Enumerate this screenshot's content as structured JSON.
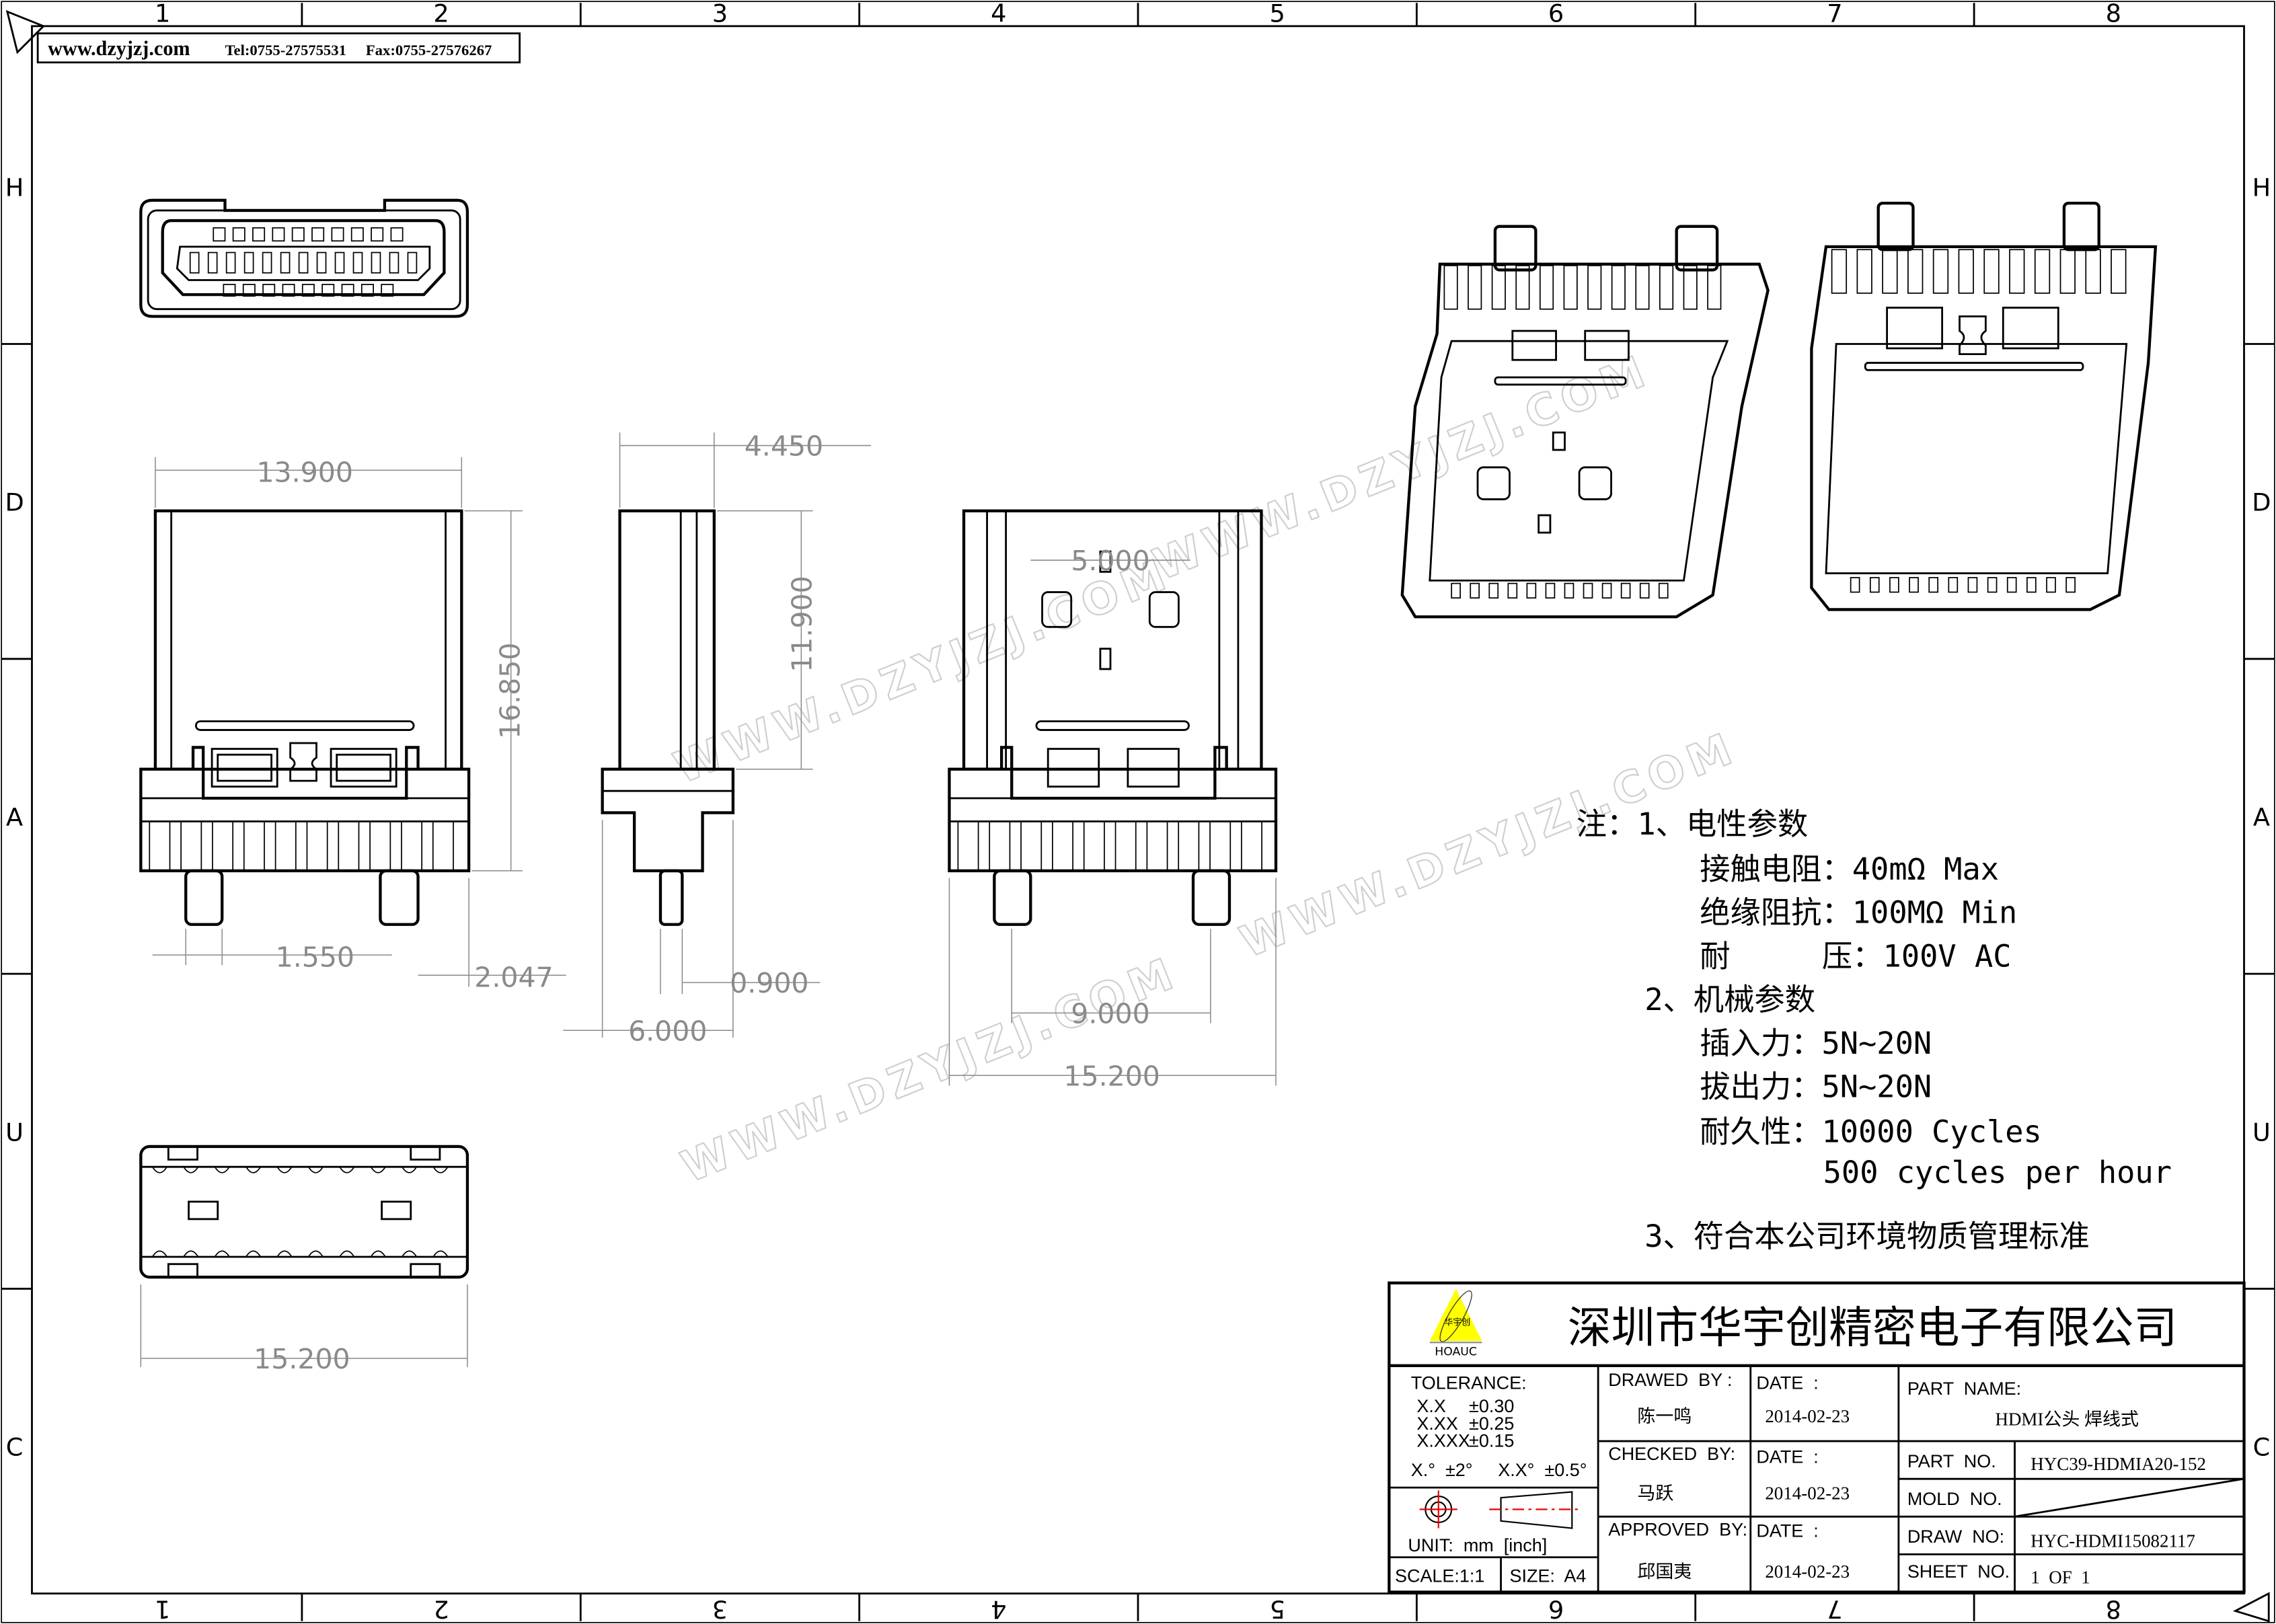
{
  "header": {
    "website": "www.dzyjzj.com",
    "tel": "Tel:0755-27575531",
    "fax": "Fax:0755-27576267"
  },
  "frame": {
    "top_columns": [
      "1",
      "2",
      "3",
      "4",
      "5",
      "6",
      "7",
      "8"
    ],
    "bottom_columns": [
      "8",
      "7",
      "6",
      "5",
      "4",
      "3",
      "2",
      "1"
    ],
    "rows": [
      "H",
      "D",
      "A",
      "U",
      "C"
    ]
  },
  "watermark": "WWW.DZYJZJ.COM",
  "dimensions": {
    "front_width": "13.900",
    "side_depth": "4.450",
    "front_height": "16.850",
    "side_height": "11.900",
    "back_window": "5.000",
    "pin_width": "1.550",
    "pin_offset": "2.047",
    "side_pin": "0.900",
    "side_base": "6.000",
    "pin_pitch": "9.000",
    "back_width": "15.200",
    "bottom_width": "15.200"
  },
  "notes": {
    "heading": "注：1、电性参数",
    "contact_resistance": "接触电阻：40mΩ  Max",
    "insulation_resistance": "绝缘阻抗：100MΩ  Min",
    "withstand_voltage": "耐     压：100V AC",
    "mechanical_heading": "2、机械参数",
    "insertion_force": "插入力：5N~20N",
    "withdrawal_force": "拔出力：5N~20N",
    "durability": "耐久性：10000 Cycles",
    "durability_rate": "500 cycles per hour",
    "compliance": "3、符合本公司环境物质管理标准"
  },
  "title_block": {
    "logo_cn": "华宇创",
    "logo_en": "HOAUC",
    "logo_color": "#ffff00",
    "company": "深圳市华宇创精密电子有限公司",
    "tolerance_label": "TOLERANCE:",
    "tol_xx": "X.X",
    "tol_xx_val": "±0.30",
    "tol_xxx": "X.XX",
    "tol_xxx_val": "±0.25",
    "tol_xxxx": "X.XXX",
    "tol_xxxx_val": "±0.15",
    "tol_angle1": "X.°  ±2°",
    "tol_angle2": "X.X°  ±0.5°",
    "unit": "UNIT:  mm  [inch]",
    "scale": "SCALE:1:1",
    "size": "SIZE:  A4",
    "drawed_by_label": "DRAWED  BY :",
    "drawed_by": "陈一鸣",
    "checked_by_label": "CHECKED  BY:",
    "checked_by": "马跃",
    "approved_by_label": "APPROVED  BY:",
    "approved_by": "邱国夷",
    "date_label": "DATE  :",
    "date1": "2014-02-23",
    "date2": "2014-02-23",
    "date3": "2014-02-23",
    "part_name_label": "PART  NAME:",
    "part_name": "HDMI公头 焊线式",
    "part_no_label": "PART  NO.",
    "part_no": "HYC39-HDMIA20-152",
    "mold_no_label": "MOLD  NO.",
    "draw_no_label": "DRAW  NO:",
    "draw_no": "HYC-HDMI15082117",
    "sheet_no_label": "SHEET  NO.",
    "sheet_no": "1  OF  1"
  }
}
